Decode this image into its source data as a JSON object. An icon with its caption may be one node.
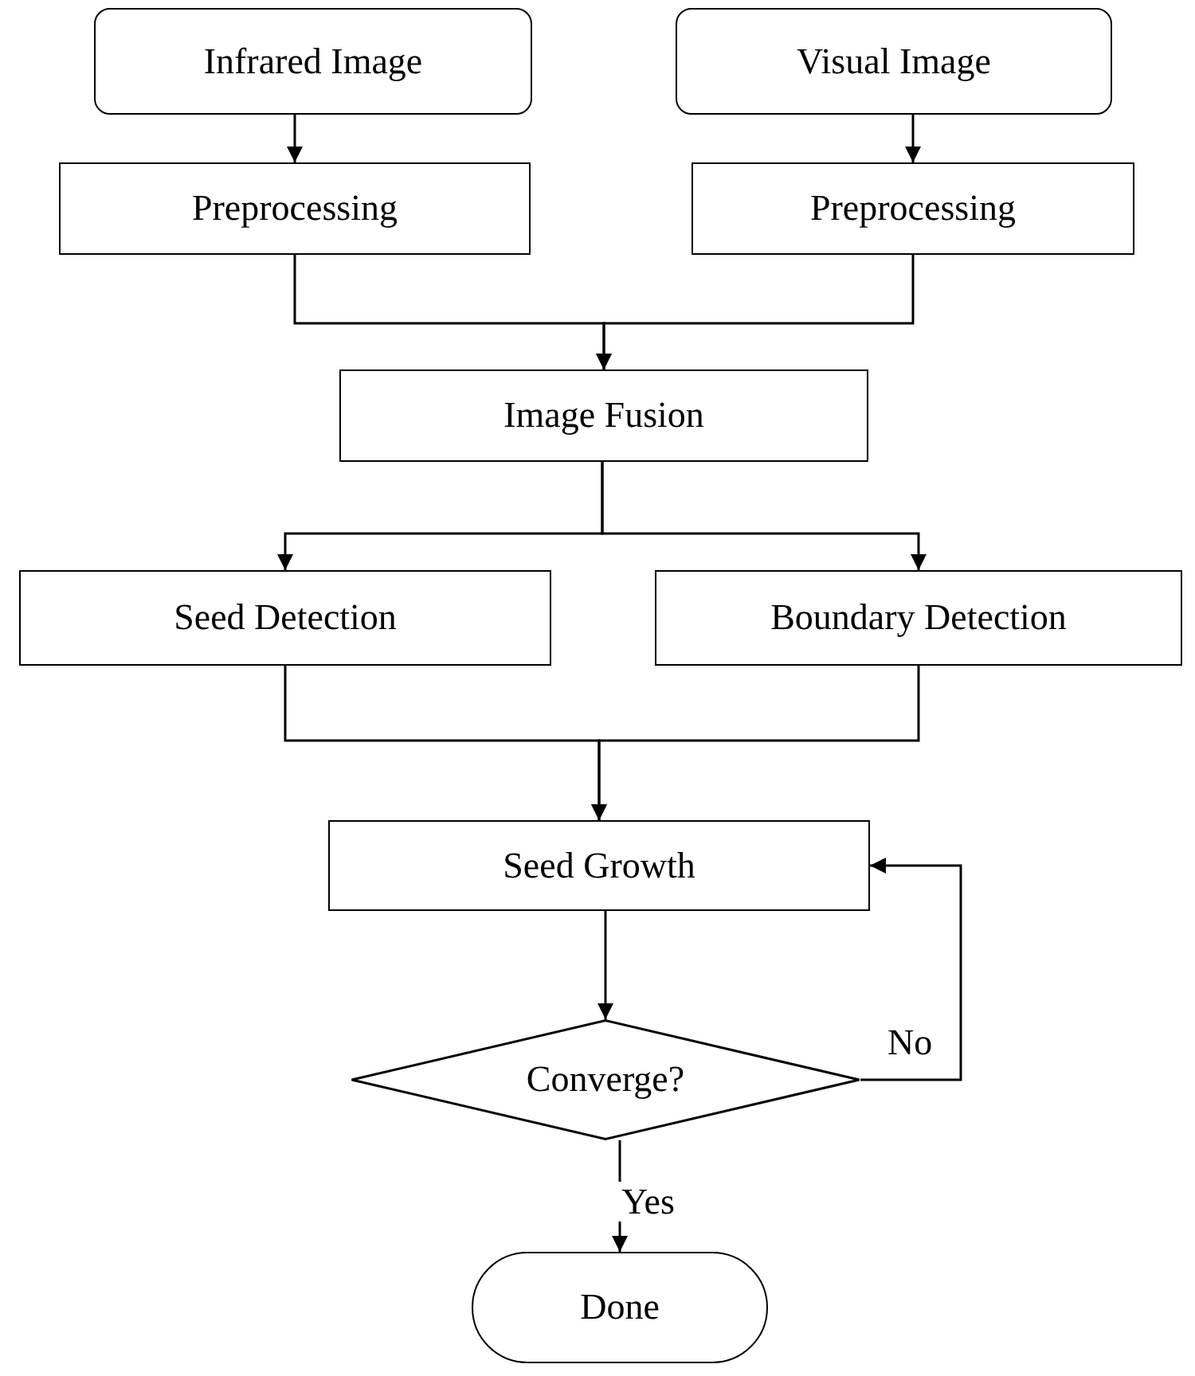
{
  "diagram": {
    "nodes": [
      {
        "text": [
          "Infrared Image"
        ]
      },
      {
        "text": [
          "Visual Image"
        ]
      },
      {
        "text": [
          "Preprocessing"
        ]
      },
      {
        "text": [
          "Preprocessing"
        ]
      },
      {
        "text": [
          "Image Fusion"
        ]
      },
      {
        "text": [
          "Seed Detection"
        ]
      },
      {
        "text": [
          "Boundary Detection"
        ]
      },
      {
        "text": [
          "Seed Growth"
        ]
      },
      {
        "text": [
          "Converge?"
        ]
      },
      {
        "text": [
          "Done"
        ]
      }
    ],
    "edges": [
      {
        "from": 0,
        "to": 2,
        "arrow": "to"
      },
      {
        "from": 1,
        "to": 3,
        "arrow": "to"
      },
      {
        "from": 2,
        "to": 4,
        "arrow": "to"
      },
      {
        "from": 3,
        "to": 4,
        "arrow": "to"
      },
      {
        "from": 4,
        "to": 5,
        "arrow": "to"
      },
      {
        "from": 4,
        "to": 6,
        "arrow": "to"
      },
      {
        "from": 5,
        "to": 7,
        "arrow": "to"
      },
      {
        "from": 6,
        "to": 7,
        "arrow": "to"
      },
      {
        "from": 7,
        "to": 8,
        "arrow": "to"
      },
      {
        "from": 8,
        "to": 7,
        "arrow": "to",
        "label": "No"
      },
      {
        "from": 8,
        "to": 9,
        "arrow": "to",
        "label": "Yes"
      }
    ]
  }
}
